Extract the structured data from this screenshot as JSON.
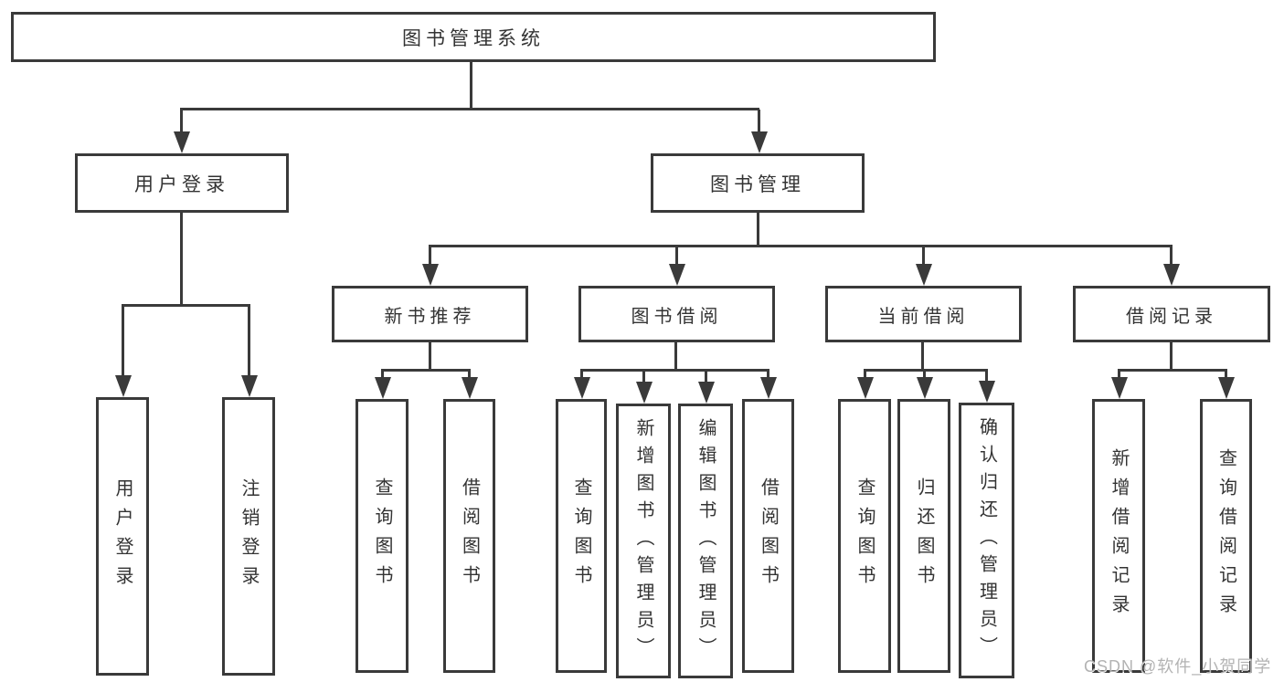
{
  "title": "图书管理系统",
  "tree": {
    "label": "图书管理系统",
    "children": [
      {
        "label": "用户登录",
        "children": [
          {
            "label": "用户登录"
          },
          {
            "label": "注销登录"
          }
        ]
      },
      {
        "label": "图书管理",
        "children": [
          {
            "label": "新书推荐",
            "children": [
              {
                "label": "查询图书"
              },
              {
                "label": "借阅图书"
              }
            ]
          },
          {
            "label": "图书借阅",
            "children": [
              {
                "label": "查询图书"
              },
              {
                "label": "新增图书（管理员）"
              },
              {
                "label": "编辑图书（管理员）"
              },
              {
                "label": "借阅图书"
              }
            ]
          },
          {
            "label": "当前借阅",
            "children": [
              {
                "label": "查询图书"
              },
              {
                "label": "归还图书"
              },
              {
                "label": "确认归还（管理员）"
              }
            ]
          },
          {
            "label": "借阅记录",
            "children": [
              {
                "label": "新增借阅记录"
              },
              {
                "label": "查询借阅记录"
              }
            ]
          }
        ]
      }
    ]
  },
  "watermark": {
    "text": "CSDN @软件_小贺同学"
  },
  "colors": {
    "line": "#3a3a3a",
    "text": "#333333",
    "background": "#ffffff",
    "watermark": "#b3b3b3"
  }
}
